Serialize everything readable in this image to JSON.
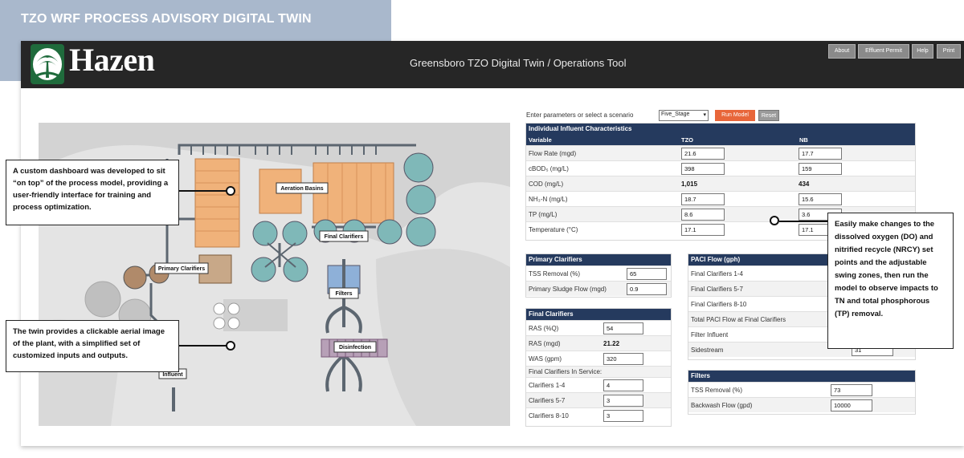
{
  "banner": {
    "title": "TZO WRF PROCESS ADVISORY DIGITAL TWIN"
  },
  "header": {
    "logo": "Hazen",
    "app_title": "Greensboro TZO Digital Twin / Operations Tool",
    "nav": [
      "About",
      "Effluent Permit",
      "Help",
      "Print"
    ]
  },
  "map": {
    "labels": {
      "aeration": "Aeration Basins",
      "final_clarifiers": "Final Clarifiers",
      "primary_clarifiers": "Primary Clarifiers",
      "filters": "Filters",
      "disinfection": "Disinfection",
      "influent": "Influent"
    }
  },
  "callouts": {
    "left_top": "A custom dashboard was developed to sit “on top” of the process model, providing a user-friendly interface for training and process optimization.",
    "left_bottom": "The twin provides a clickable aerial image of the plant, with a simplified set of customized inputs and outputs.",
    "right": "Easily make changes to the dissolved oxygen (DO) and nitrified recycle (NRCY) set points and the adjustable swing zones, then run the model to observe impacts to TN and total phosphorous (TP) removal."
  },
  "controls": {
    "prompt": "Enter parameters or select a scenario",
    "scenario": "Five_Stage",
    "run_label": "Run Model",
    "reset_label": "Reset"
  },
  "influent": {
    "title": "Individual Influent Characteristics",
    "col_variable": "Variable",
    "col_tzo": "TZO",
    "col_nb": "NB",
    "rows": [
      {
        "label": "Flow Rate (mgd)",
        "tzo": "21.6",
        "nb": "17.7"
      },
      {
        "label": "cBOD₅ (mg/L)",
        "tzo": "398",
        "nb": "159"
      },
      {
        "label": "COD (mg/L)",
        "tzo": "1,015",
        "nb": "434"
      },
      {
        "label": "NH₃-N (mg/L)",
        "tzo": "18.7",
        "nb": "15.6"
      },
      {
        "label": "TP (mg/L)",
        "tzo": "8.6",
        "nb": "3.6"
      },
      {
        "label": "Temperature (°C)",
        "tzo": "17.1",
        "nb": "17.1"
      }
    ]
  },
  "primary": {
    "title": "Primary Clarifiers",
    "rows": [
      {
        "label": "TSS Removal (%)",
        "value": "65"
      },
      {
        "label": "Primary Sludge Flow (mgd)",
        "value": "0.9"
      }
    ]
  },
  "final": {
    "title": "Final Clarifiers",
    "rows": [
      {
        "label": "RAS (%Q)",
        "value": "54"
      },
      {
        "label": "RAS (mgd)",
        "value": "21.22"
      },
      {
        "label": "WAS (gpm)",
        "value": "320"
      },
      {
        "label": "Final Clarifiers In Service:",
        "value": ""
      },
      {
        "label": "Clarifiers 1-4",
        "value": "4"
      },
      {
        "label": "Clarifiers 5-7",
        "value": "3"
      },
      {
        "label": "Clarifiers 8-10",
        "value": "3"
      }
    ]
  },
  "paci": {
    "title": "PACl Flow (gph)",
    "rows": [
      {
        "label": "Final Clarifiers 1-4"
      },
      {
        "label": "Final Clarifiers 5-7"
      },
      {
        "label": "Final Clarifiers 8-10"
      },
      {
        "label": "Total PACl Flow at Final Clarifiers"
      },
      {
        "label": "Filter Influent"
      },
      {
        "label": "Sidestream",
        "value": "31"
      }
    ]
  },
  "filters": {
    "title": "Filters",
    "rows": [
      {
        "label": "TSS Removal (%)",
        "value": "73"
      },
      {
        "label": "Backwash Flow (gpd)",
        "value": "10000"
      }
    ]
  },
  "colors": {
    "header_bg": "#262626",
    "panel_header": "#253a5e",
    "run_button": "#e8663a",
    "banner": "#a9b8cc",
    "logo_green": "#1f6b3c"
  }
}
